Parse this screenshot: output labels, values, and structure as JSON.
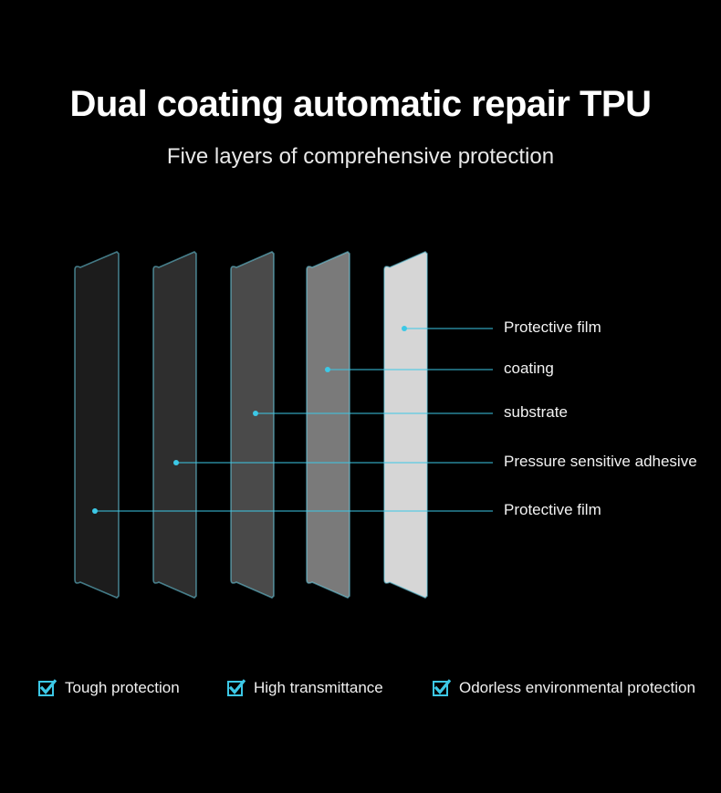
{
  "header": {
    "title": "Dual coating automatic repair TPU",
    "subtitle": "Five layers of comprehensive protection"
  },
  "layers": [
    {
      "label": "Protective film",
      "fill": "#d6d6d6",
      "fill_opacity": 1.0
    },
    {
      "label": "coating",
      "fill": "#7a7a7a",
      "fill_opacity": 1.0
    },
    {
      "label": "substrate",
      "fill": "#4a4a4a",
      "fill_opacity": 1.0
    },
    {
      "label": "Pressure sensitive adhesive",
      "fill": "#2e2e2e",
      "fill_opacity": 1.0
    },
    {
      "label": "Protective film",
      "fill": "#1c1c1c",
      "fill_opacity": 1.0
    }
  ],
  "features": [
    {
      "label": "Tough protection",
      "icon": "check-icon"
    },
    {
      "label": "High transmittance",
      "icon": "check-icon"
    },
    {
      "label": "Odorless environmental protection",
      "icon": "check-icon"
    }
  ],
  "colors": {
    "background": "#000000",
    "accent": "#3cc8e6",
    "panel_border": "#6fd3ea",
    "text": "#ffffff"
  }
}
